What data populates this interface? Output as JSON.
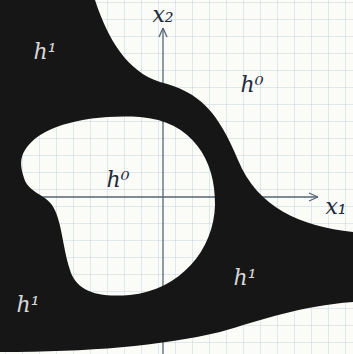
{
  "diagram": {
    "labels": [
      "x₂",
      "x₁",
      "h¹",
      "h⁰",
      "h⁰",
      "h¹",
      "h¹"
    ]
  }
}
